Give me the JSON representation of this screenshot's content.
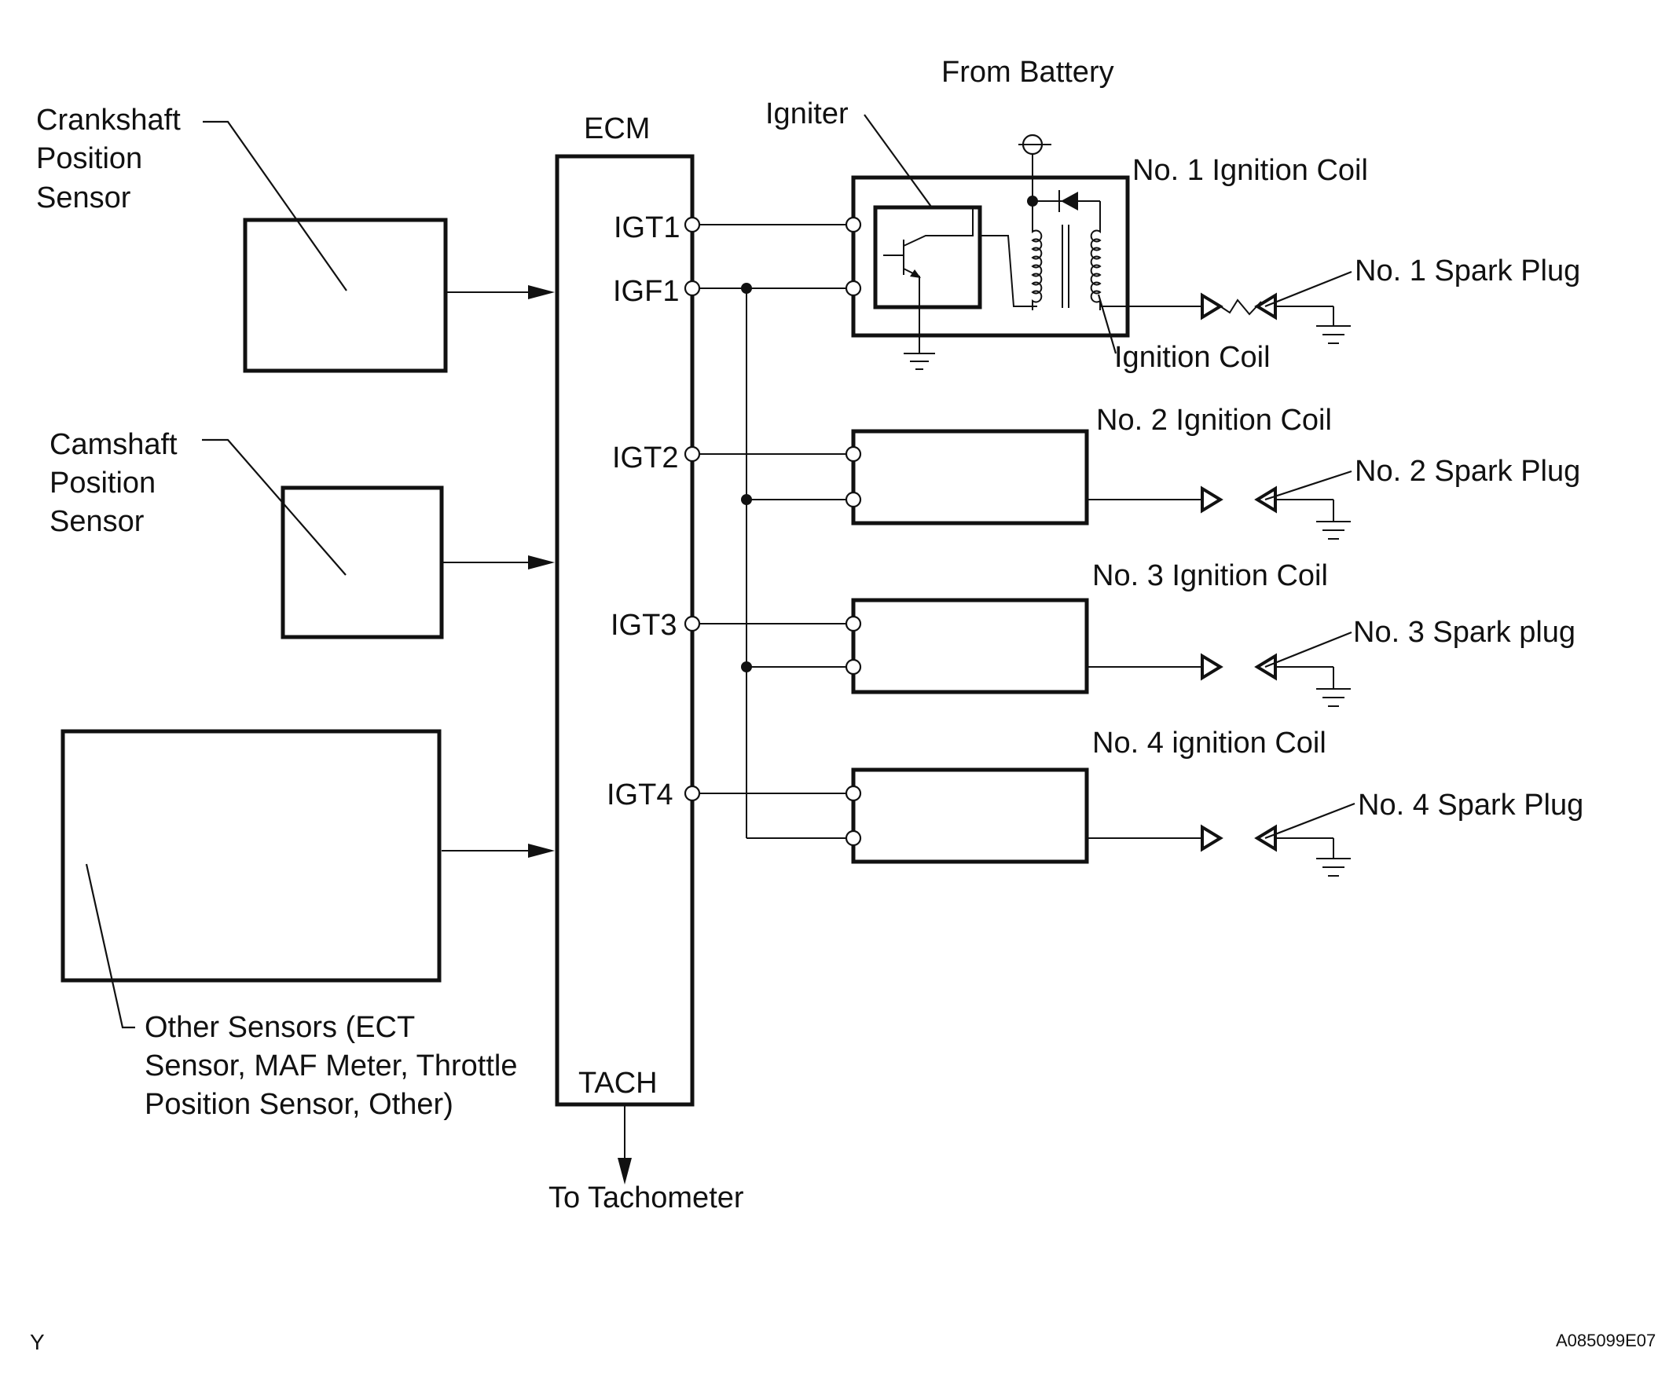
{
  "labels": {
    "from_battery": "From Battery",
    "igniter": "Igniter",
    "ecm": "ECM",
    "crank_1": "Crankshaft",
    "crank_2": "Position",
    "crank_3": "Sensor",
    "cam_1": "Camshaft",
    "cam_2": "Position",
    "cam_3": "Sensor",
    "other_1": "Other Sensors (ECT",
    "other_2": "Sensor, MAF Meter, Throttle",
    "other_3": "Position Sensor, Other)",
    "coil1": "No. 1 Ignition Coil",
    "coil2": "No. 2 Ignition Coil",
    "coil3": "No. 3 Ignition Coil",
    "coil4": "No. 4 ignition Coil",
    "ignition_coil": "Ignition Coil",
    "plug1": "No. 1 Spark Plug",
    "plug2": "No. 2 Spark Plug",
    "plug3": "No. 3 Spark plug",
    "plug4": "No. 4 Spark Plug",
    "tach": "TACH",
    "to_tach": "To Tachometer",
    "corner_left": "Y",
    "corner_right": "A085099E07"
  },
  "pins": {
    "igt1": "IGT1",
    "igf1": "IGF1",
    "igt2": "IGT2",
    "igt3": "IGT3",
    "igt4": "IGT4"
  }
}
